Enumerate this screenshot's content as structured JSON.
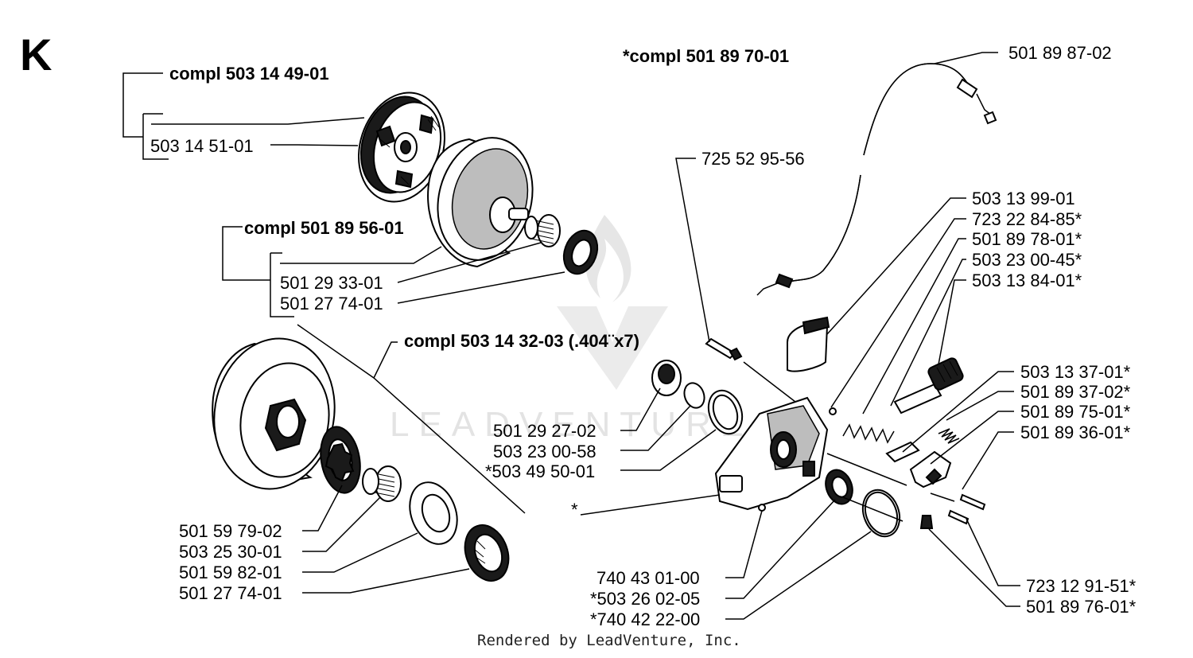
{
  "section_letter": "K",
  "watermark": "LEADVENTURE",
  "footer": "Rendered by LeadVenture, Inc.",
  "assemblies": {
    "clutch": "compl 503 14 49-01",
    "drum": "compl 501 89 56-01",
    "sprocket": "compl 503 14 32-03 (.404¨x7)",
    "oil_pump": "*compl 501 89 70-01"
  },
  "left_parts": [
    "503 14 51-01",
    "501 29 33-01",
    "501 27 74-01",
    "501 59 79-02",
    "503 25 30-01",
    "501 59 82-01",
    "501 27 74-01"
  ],
  "center_parts": [
    "725 52 95-56",
    "501 29 27-02",
    "503 23 00-58",
    "*503 49 50-01",
    "*",
    "740 43 01-00",
    "*503 26 02-05",
    "*740 42 22-00"
  ],
  "right_parts": [
    "501 89 87-02",
    "503 13 99-01",
    "723 22 84-85*",
    "501 89 78-01*",
    "503 23 00-45*",
    "503 13 84-01*",
    "503 13 37-01*",
    "501 89 37-02*",
    "501 89 75-01*",
    "501 89 36-01*",
    "723 12 91-51*",
    "501 89 76-01*"
  ]
}
